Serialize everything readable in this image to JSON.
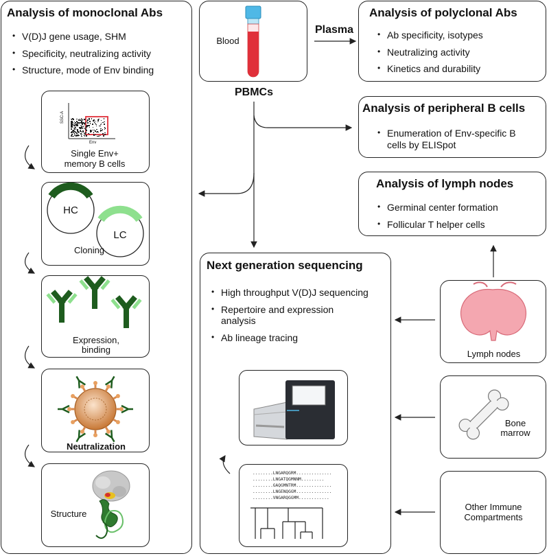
{
  "monoclonal": {
    "title": "Analysis of monoclonal Abs",
    "bullets": [
      "V(D)J gene usage, SHM",
      "Specificity, neutralizing activity",
      "Structure, mode of Env binding"
    ],
    "steps": {
      "sort_label": "Single Env+ memory B cells",
      "sort_axis_y": "SSC-A",
      "sort_axis_x": "Env",
      "hc": "HC",
      "lc": "LC",
      "cloning": "Cloning",
      "expression": "Expression, binding",
      "neutralization": "Neutralization",
      "structure": "Structure"
    }
  },
  "blood": {
    "label": "Blood",
    "pbmcs": "PBMCs",
    "plasma": "Plasma"
  },
  "polyclonal": {
    "title": "Analysis of polyclonal Abs",
    "bullets": [
      "Ab specificity, isotypes",
      "Neutralizing activity",
      "Kinetics and durability"
    ]
  },
  "peripheral": {
    "title": "Analysis of peripheral B cells",
    "bullets": [
      "Enumeration of Env-specific B cells by ELISpot"
    ]
  },
  "lymph_analysis": {
    "title": "Analysis of lymph nodes",
    "bullets": [
      "Germinal center formation",
      "Follicular T helper cells"
    ]
  },
  "ngs": {
    "title": "Next generation sequencing",
    "bullets": [
      "High throughput V(D)J sequencing",
      "Repertoire and expression analysis",
      "Ab lineage tracing"
    ],
    "sequences": [
      "........LNGARQGRM..............",
      "........LNGATQGMNNM.........",
      "........GAQGMNTRM..............",
      "........LNGENQGGM..............",
      "........VNGARQGGMM............"
    ]
  },
  "compartments": {
    "lymph_nodes": "Lymph nodes",
    "bone_marrow": "Bone marrow",
    "other": "Other Immune Compartments"
  },
  "colors": {
    "blood_red": "#e0303a",
    "tube_cap": "#4fb8e6",
    "hc_green": "#1e5c1e",
    "lc_green": "#8ee08e",
    "lymph_pink": "#f4a7b0",
    "virus_orange": "#d88a4e"
  }
}
